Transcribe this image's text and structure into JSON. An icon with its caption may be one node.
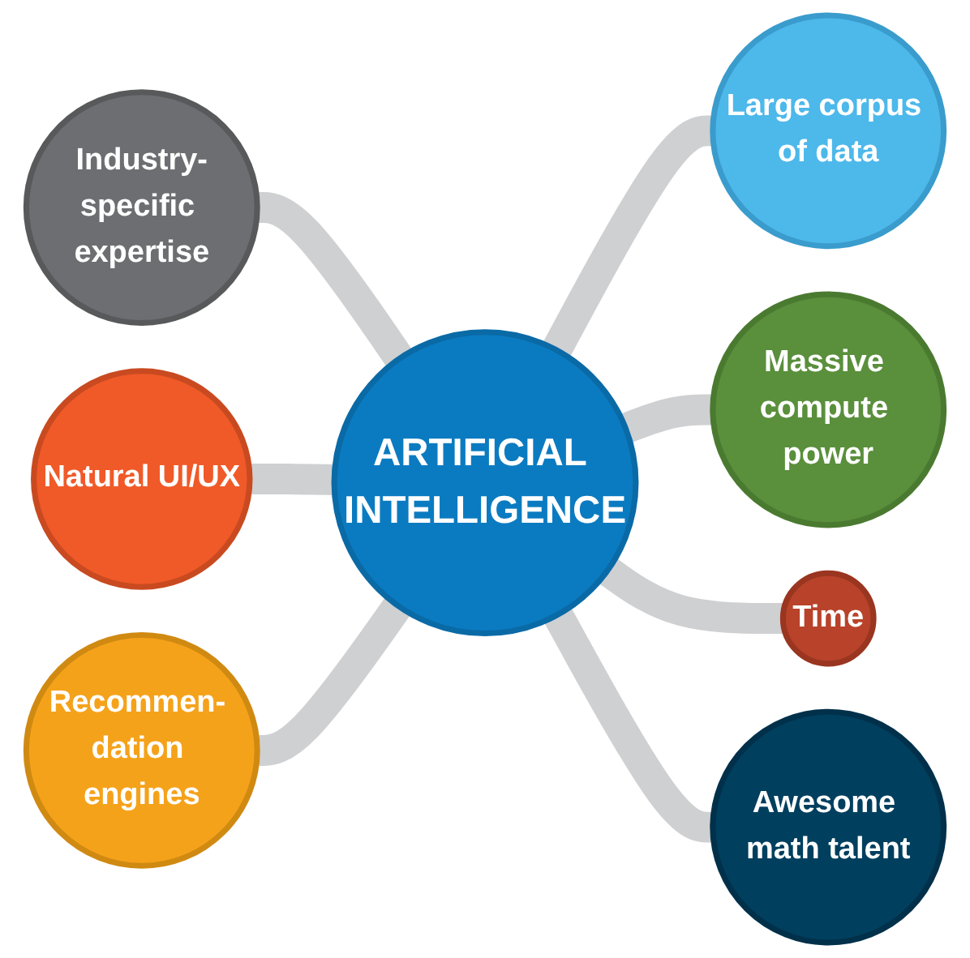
{
  "diagram": {
    "nodes": [
      {
        "text": [
          "ARTIFICIAL INTELLIGENCE"
        ]
      },
      {
        "text": [
          "Large corpus of data"
        ]
      },
      {
        "text": [
          "Massive compute power"
        ]
      },
      {
        "text": [
          "Time"
        ]
      },
      {
        "text": [
          "Awesome math talent"
        ]
      },
      {
        "text": [
          "Industry-specific expertise"
        ]
      },
      {
        "text": [
          "Natural UI/UX"
        ]
      },
      {
        "text": [
          "Recommen- dation engines"
        ]
      }
    ],
    "edges": [
      {
        "from": 0,
        "to": 1,
        "arrow": "none"
      },
      {
        "from": 0,
        "to": 2,
        "arrow": "none"
      },
      {
        "from": 0,
        "to": 3,
        "arrow": "none"
      },
      {
        "from": 0,
        "to": 4,
        "arrow": "none"
      },
      {
        "from": 5,
        "to": 0,
        "arrow": "none"
      },
      {
        "from": 6,
        "to": 0,
        "arrow": "none"
      },
      {
        "from": 7,
        "to": 0,
        "arrow": "none"
      }
    ]
  }
}
